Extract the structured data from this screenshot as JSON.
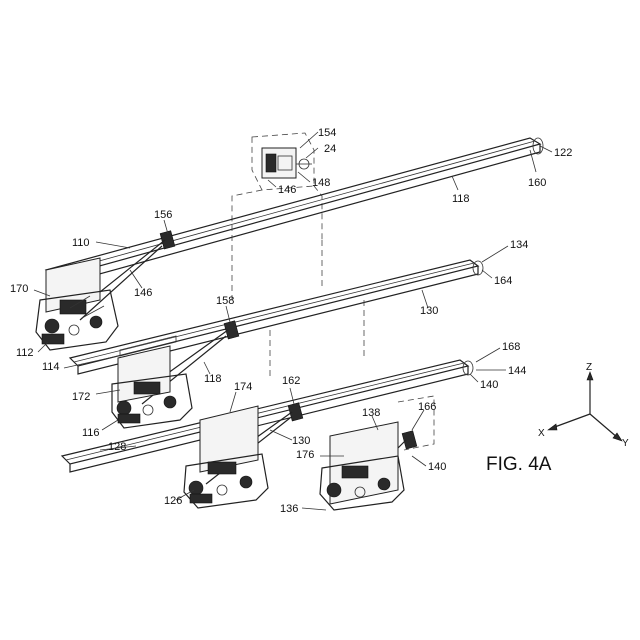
{
  "figure": {
    "title": "FIG. 4A"
  },
  "axes": {
    "x": "X",
    "y": "Y",
    "z": "Z"
  },
  "labels": {
    "r110": "110",
    "r112": "112",
    "r114": "114",
    "r116": "116",
    "r118a": "118",
    "r118b": "118",
    "r122": "122",
    "r24": "24",
    "r126": "126",
    "r128": "128",
    "r130a": "130",
    "r130b": "130",
    "r134": "134",
    "r136": "136",
    "r138": "138",
    "r140a": "140",
    "r140b": "140",
    "r144": "144",
    "r146a": "146",
    "r146b": "146",
    "r148": "148",
    "r154": "154",
    "r156": "156",
    "r158": "158",
    "r160": "160",
    "r162": "162",
    "r164": "164",
    "r166": "166",
    "r168": "168",
    "r170": "170",
    "r172": "172",
    "r174": "174",
    "r176": "176"
  }
}
